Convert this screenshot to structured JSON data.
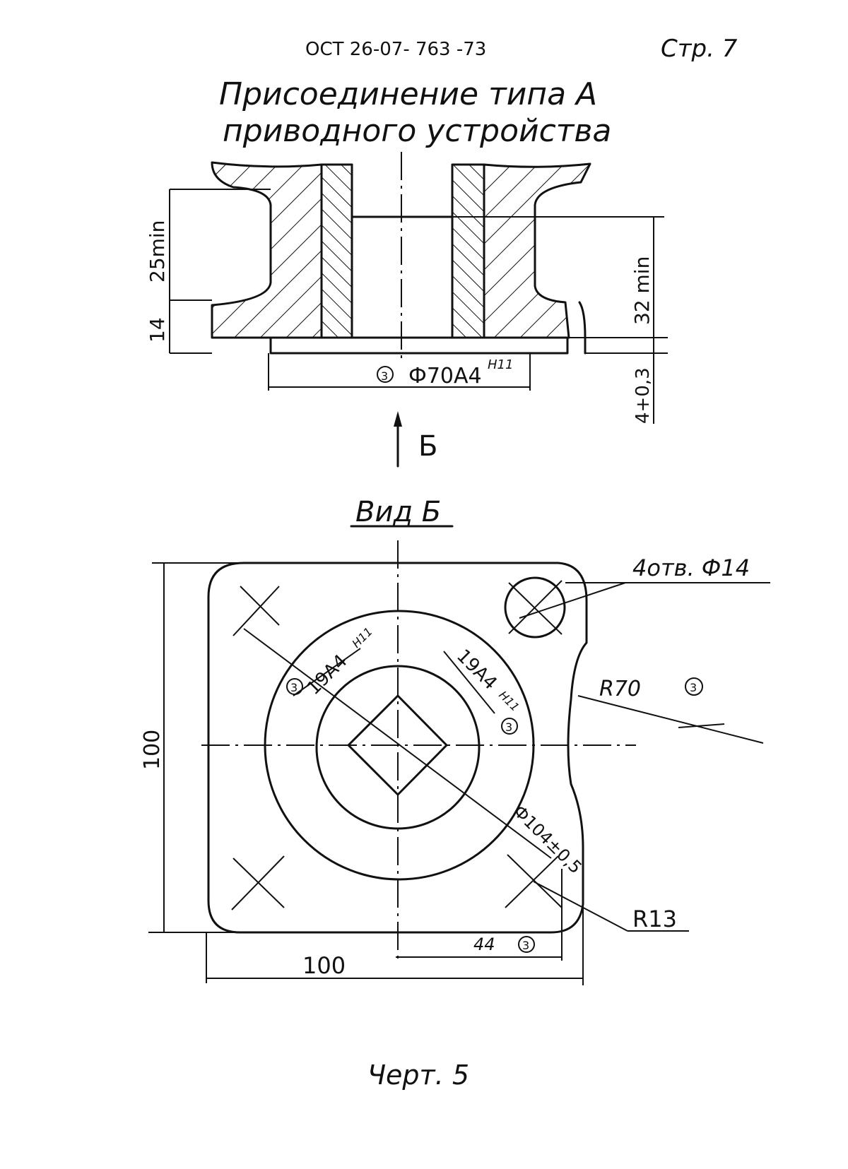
{
  "header": {
    "standard": "ОСТ 26-07- 763 -73",
    "page": "Стр. 7"
  },
  "title": {
    "line1": "Присоединение типа А",
    "line2": "приводного устройства"
  },
  "section": {
    "dim_25min": "25min",
    "dim_14": "14",
    "dim_32min": "32 min",
    "dim_4tol": "4+0,3",
    "dim_phi70": "Ф70А4",
    "phi70_fit": "H11",
    "note_mark": "3",
    "view_arrow_label": "Б"
  },
  "view": {
    "title": "Вид Б",
    "holes_label": "4отв. Ф14",
    "r70_label": "R70",
    "r13_label": "R13",
    "dim_100_vertical": "100",
    "dim_100_horizontal": "100",
    "dim_44": "44",
    "dim_phi104": "Ф104±0,5",
    "dim_19_left": "19А4",
    "dim_19_right": "19А4",
    "fit_h11": "H11",
    "note_mark": "3"
  },
  "caption": "Черт. 5"
}
